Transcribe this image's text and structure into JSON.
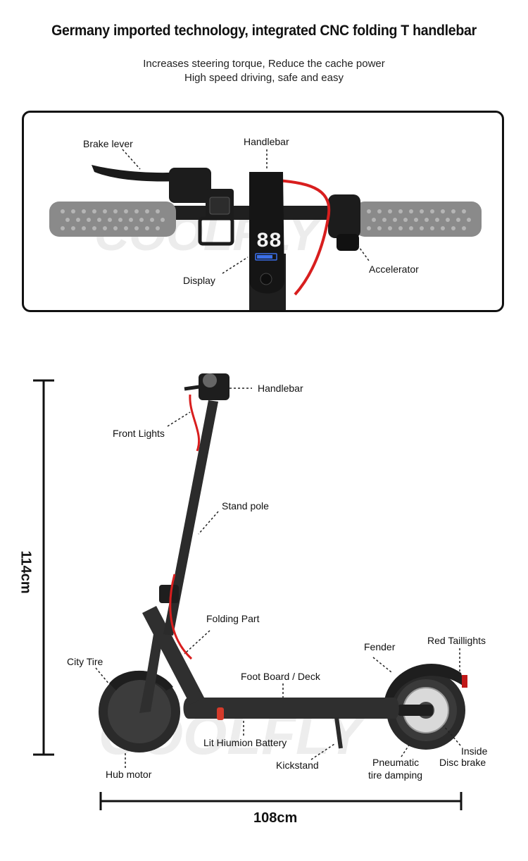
{
  "header": {
    "title": "Germany imported technology, integrated CNC folding T handlebar",
    "subtitle_line1": "Increases steering torque, Reduce the cache power",
    "subtitle_line2": "High speed driving, safe and easy"
  },
  "handlebar_panel": {
    "labels": {
      "brake_lever": "Brake lever",
      "handlebar": "Handlebar",
      "display": "Display",
      "accelerator": "Accelerator"
    },
    "display_digits": "88"
  },
  "scooter_diagram": {
    "labels": {
      "handlebar": "Handlebar",
      "front_lights": "Front Lights",
      "stand_pole": "Stand pole",
      "folding_part": "Folding Part",
      "city_tire": "City Tire",
      "fender": "Fender",
      "red_taillights": "Red Taillights",
      "foot_board": "Foot Board / Deck",
      "battery": "Lit Hiumion Battery",
      "kickstand": "Kickstand",
      "pneumatic_line1": "Pneumatic",
      "pneumatic_line2": "tire damping",
      "disc_line1": "Inside",
      "disc_line2": "Disc brake",
      "hub_motor": "Hub motor"
    },
    "dimensions": {
      "height": "114cm",
      "length": "108cm"
    }
  },
  "watermark": "COOLFLY",
  "colors": {
    "frame": "#2b2b2b",
    "cable_red": "#d81e1e",
    "grip": "#8a8a8a",
    "display_blue": "#3b6fe8"
  }
}
